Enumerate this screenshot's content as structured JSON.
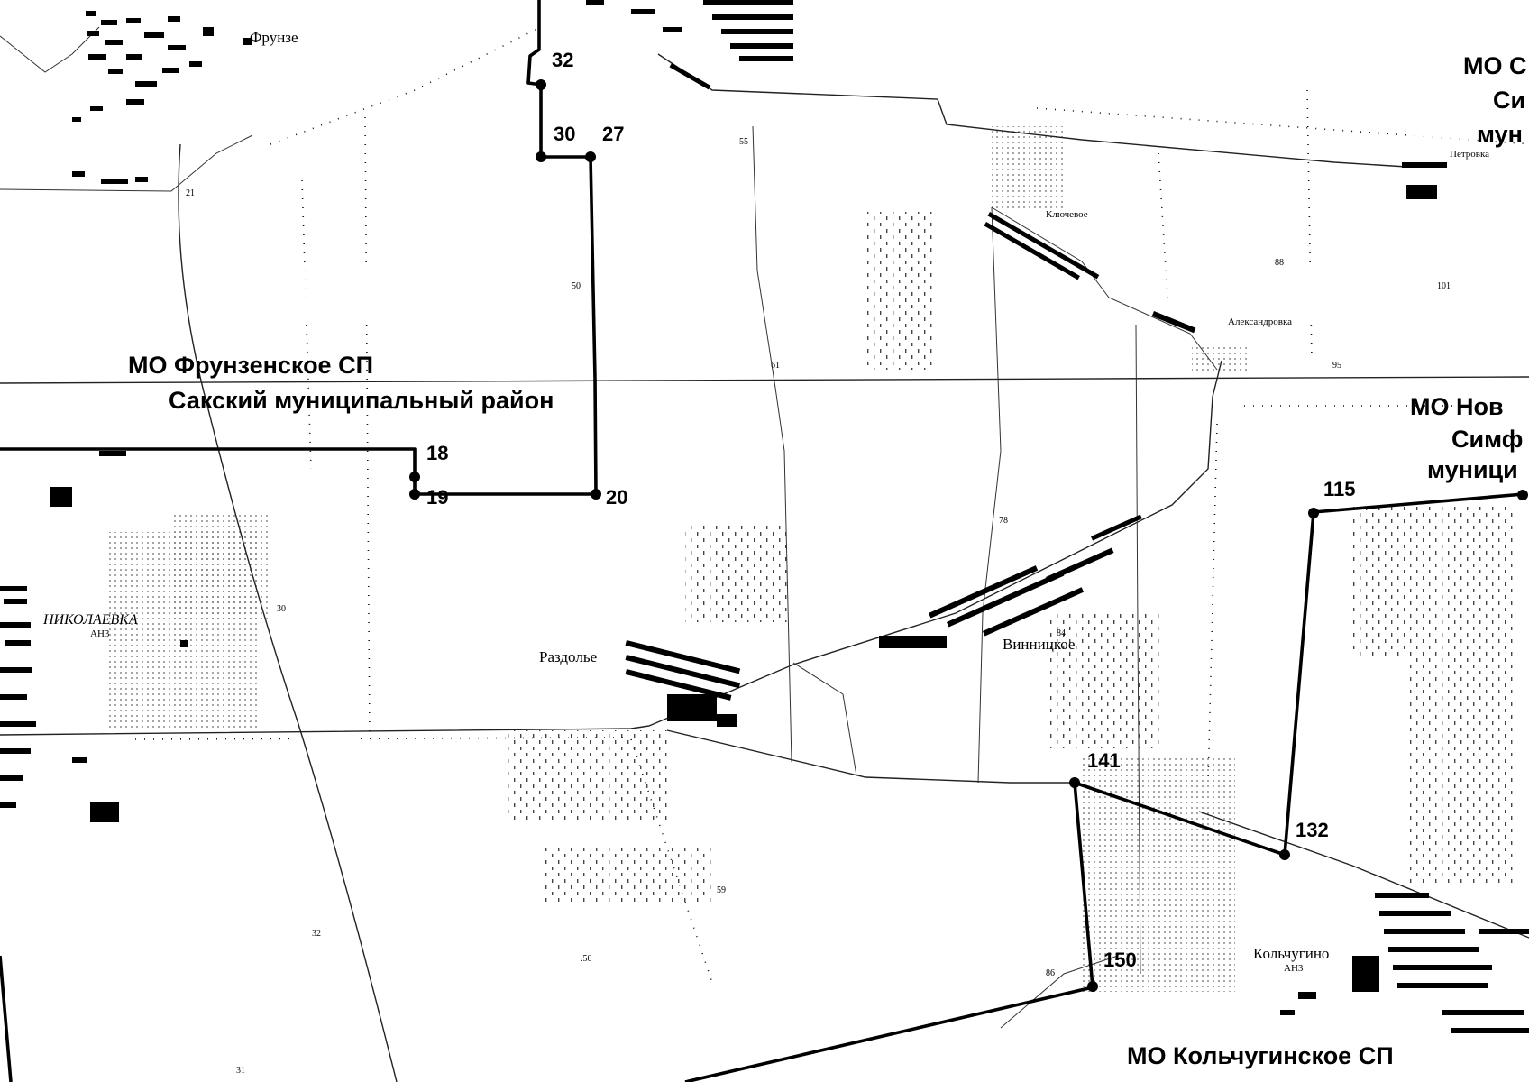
{
  "map": {
    "municipalities": [
      {
        "line1": "МО Фрунзенское СП",
        "line2": "Сакский муниципальный район"
      },
      {
        "line1": "МО Кольчугинское СП"
      },
      {
        "line1": "МО Нов",
        "line2": "Симф",
        "line3": "муници"
      },
      {
        "line1": "МО С",
        "line2": "Си",
        "line3": "мун"
      }
    ],
    "settlements": {
      "frunze": "Фрунзе",
      "nikolaevka": "НИКОЛАЕВКА",
      "nikolaevka_sub": "АН3",
      "razdolie": "Раздолье",
      "vinnitskoe": "Винницкое",
      "klyuchevoe": "Ключевое",
      "aleksandrovka": "Александровка",
      "petrovka": "Петровка",
      "kolchugino": "Кольчугино",
      "kolchugino_sub": "АН3"
    },
    "boundary_points": [
      "32",
      "30",
      "27",
      "18",
      "19",
      "20",
      "115",
      "141",
      "132",
      "150"
    ],
    "height_marks": [
      "21",
      "55",
      "50",
      "61",
      "30",
      "78",
      "84",
      "88",
      "101",
      "95",
      "59",
      ".50",
      "32",
      "31",
      "86"
    ]
  }
}
